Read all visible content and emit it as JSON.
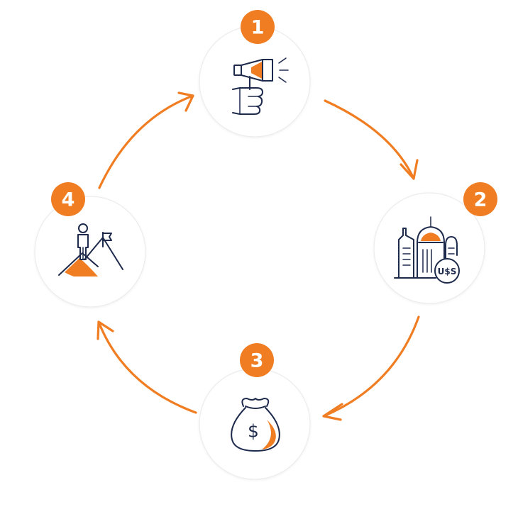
{
  "colors": {
    "accent": "#f07d22",
    "icon_stroke": "#1e2a4c",
    "circle_border": "#ececec"
  },
  "steps": [
    {
      "number": "1",
      "icon": "megaphone-icon"
    },
    {
      "number": "2",
      "icon": "city-dollar-icon"
    },
    {
      "number": "3",
      "icon": "money-bag-icon"
    },
    {
      "number": "4",
      "icon": "summit-flag-icon"
    }
  ],
  "icon_text": {
    "city_currency": "U$S",
    "bag_symbol": "$"
  }
}
